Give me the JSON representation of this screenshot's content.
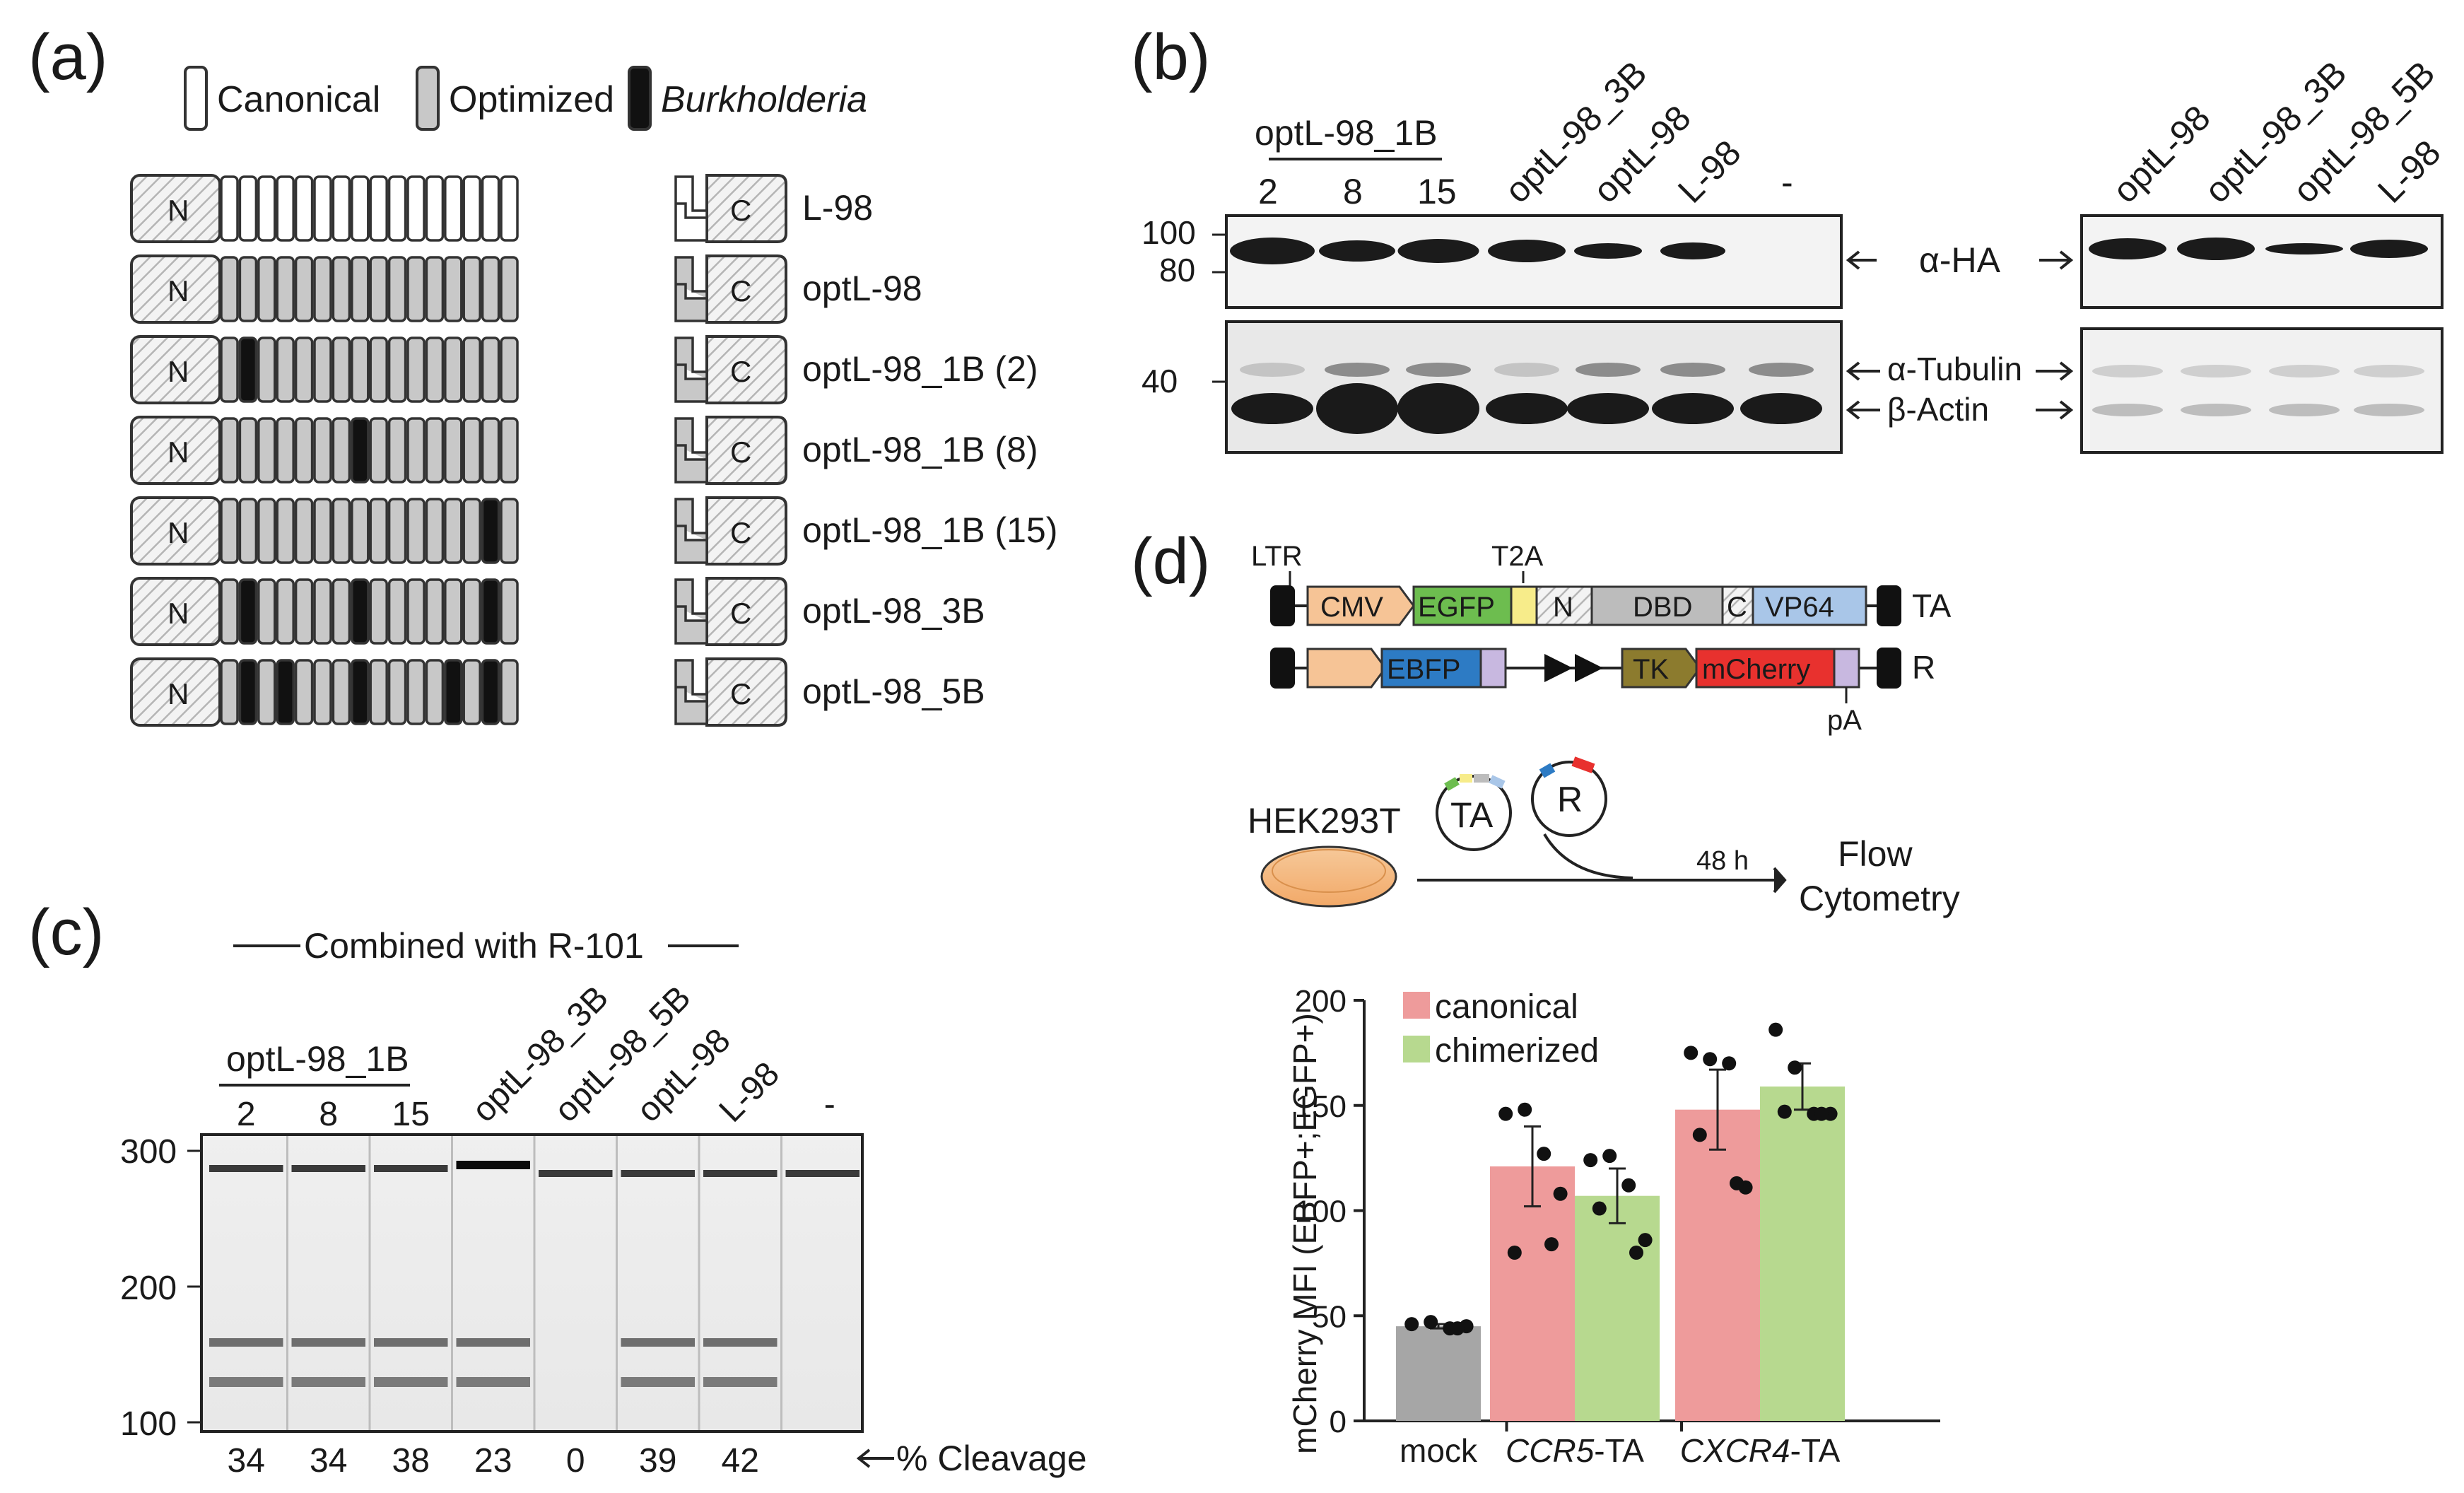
{
  "panels": {
    "a": "(a)",
    "b": "(b)",
    "c": "(c)",
    "d": "(d)"
  },
  "panel_a": {
    "legend": [
      {
        "label": "Canonical",
        "color": "#ffffff"
      },
      {
        "label": "Optimized",
        "color": "#c8c8c8"
      },
      {
        "label": "Burkholderia",
        "color": "#111111",
        "italic": true
      }
    ],
    "n_label": "N",
    "c_label": "C",
    "constructs": [
      {
        "name": "L-98",
        "repeat_type": "canonical",
        "burkholderia_positions": []
      },
      {
        "name": "optL-98",
        "repeat_type": "optimized",
        "burkholderia_positions": []
      },
      {
        "name": "optL-98_1B (2)",
        "repeat_type": "optimized",
        "burkholderia_positions": [
          2
        ]
      },
      {
        "name": "optL-98_1B (8)",
        "repeat_type": "optimized",
        "burkholderia_positions": [
          8
        ]
      },
      {
        "name": "optL-98_1B (15)",
        "repeat_type": "optimized",
        "burkholderia_positions": [
          15
        ]
      },
      {
        "name": "optL-98_3B",
        "repeat_type": "optimized",
        "burkholderia_positions": [
          2,
          8,
          15
        ]
      },
      {
        "name": "optL-98_5B",
        "repeat_type": "optimized",
        "burkholderia_positions": [
          2,
          4,
          8,
          13,
          15
        ]
      }
    ]
  },
  "panel_b": {
    "group_label": "optL-98_1B",
    "lanes_left": [
      "2",
      "8",
      "15",
      "optL-98_3B",
      "optL-98",
      "L-98",
      "-"
    ],
    "lanes_right": [
      "optL-98",
      "optL-98_3B",
      "optL-98_5B",
      "L-98"
    ],
    "markers": [
      "100",
      "80",
      "40"
    ],
    "antibodies": [
      "α-HA",
      "α-Tubulin",
      "β-Actin"
    ]
  },
  "panel_c": {
    "header": "Combined with R-101",
    "group_label": "optL-98_1B",
    "lanes": [
      "2",
      "8",
      "15",
      "optL-98_3B",
      "optL-98_5B",
      "optL-98",
      "L-98",
      "-"
    ],
    "size_markers": [
      "300",
      "200",
      "100"
    ],
    "cleavage_label": "% Cleavage",
    "cleavage": [
      "34",
      "34",
      "38",
      "23",
      "0",
      "39",
      "42",
      ""
    ]
  },
  "panel_d": {
    "ltr": "LTR",
    "t2a": "T2A",
    "pa": "pA",
    "ta_parts": [
      "CMV",
      "EGFP",
      "N",
      "DBD",
      "C",
      "VP64"
    ],
    "ta_name": "TA",
    "r_parts": [
      "EBFP",
      "TK",
      "mCherry"
    ],
    "r_name": "R",
    "cells": "HEK293T",
    "plasmid_ta": "TA",
    "plasmid_r": "R",
    "time": "48 h",
    "readout_line1": "Flow",
    "readout_line2": "Cytometry",
    "colors": {
      "canonical": "#ee9b9b",
      "chimerized": "#b7d98f",
      "mock": "#a6a6a6"
    }
  },
  "chart_data": {
    "type": "bar",
    "ylabel": "mCherry MFI (EBFP+;EGFP+)",
    "ylim": [
      0,
      200
    ],
    "yticks": [
      0,
      50,
      100,
      150,
      200
    ],
    "categories": [
      "mock",
      "CCR5-TA",
      "CXCR4-TA"
    ],
    "italic_prefix": [
      "",
      "CCR5",
      "CXCR4"
    ],
    "legend": [
      "canonical",
      "chimerized"
    ],
    "legend_position": "top-left",
    "series": [
      {
        "name": "mock",
        "values": [
          45,
          null,
          null
        ],
        "errors": [
          1,
          null,
          null
        ],
        "points": [
          [
            46,
            47,
            44,
            45,
            44
          ],
          [],
          []
        ]
      },
      {
        "name": "canonical",
        "values": [
          null,
          121,
          148
        ],
        "errors": [
          null,
          19,
          19
        ],
        "points": [
          [],
          [
            146,
            148,
            127,
            108,
            84,
            80
          ],
          [
            175,
            172,
            170,
            111,
            113,
            136
          ]
        ]
      },
      {
        "name": "chimerized",
        "values": [
          null,
          107,
          159
        ],
        "errors": [
          null,
          13,
          11
        ],
        "points": [
          [],
          [
            124,
            126,
            112,
            86,
            80,
            101
          ],
          [
            186,
            168,
            146,
            146,
            146,
            147
          ]
        ]
      }
    ]
  }
}
